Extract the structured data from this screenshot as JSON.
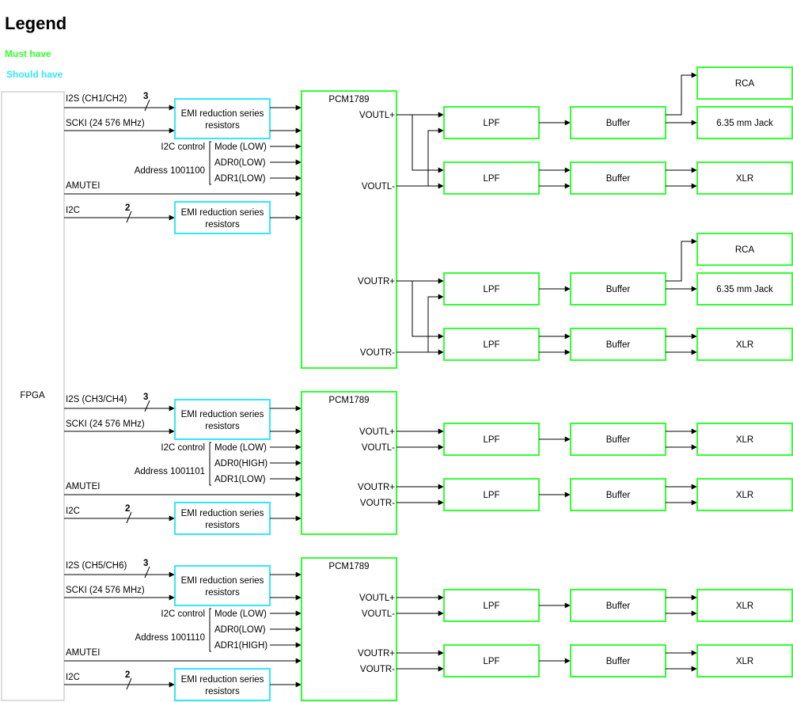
{
  "colors": {
    "must_have": "#33ff33",
    "should_have": "#33e6ff",
    "fpga_border": "#d0d0d0",
    "wire": "#000000"
  },
  "legend": {
    "title": "Legend",
    "must_have": "Must have",
    "should_have": "Should have"
  },
  "fpga": {
    "label": "FPGA"
  },
  "emi_label": [
    "EMI reduction series",
    "resistors"
  ],
  "dac_label": "PCM1789",
  "lpf_label": "LPF",
  "buffer_label": "Buffer",
  "groups": [
    {
      "i2s": "I2S (CH1/CH2)",
      "i2s_bus": "3",
      "scki": "SCKI (24 576 MHz)",
      "i2c_control": "I2C control",
      "mode": "Mode (LOW)",
      "adr0": "ADR0(LOW)",
      "adr1": "ADR1(LOW)",
      "address": "Address 1001100",
      "amutei": "AMUTEI",
      "i2c": "I2C",
      "i2c_bus": "2",
      "left_p": "VOUTL+",
      "left_n": "VOUTL-",
      "right_p": "VOUTR+",
      "right_n": "VOUTR-",
      "outputs": [
        "RCA",
        "6.35 mm Jack",
        "XLR",
        "RCA",
        "6.35 mm Jack",
        "XLR"
      ]
    },
    {
      "i2s": "I2S (CH3/CH4)",
      "i2s_bus": "3",
      "scki": "SCKI (24 576 MHz)",
      "i2c_control": "I2C control",
      "mode": "Mode (LOW)",
      "adr0": "ADR0(HIGH)",
      "adr1": "ADR1(LOW)",
      "address": "Address 1001101",
      "amutei": "AMUTEI",
      "i2c": "I2C",
      "i2c_bus": "2",
      "left_p": "VOUTL+",
      "left_n": "VOUTL-",
      "right_p": "VOUTR+",
      "right_n": "VOUTR-",
      "outputs": [
        "XLR",
        "XLR"
      ]
    },
    {
      "i2s": "I2S (CH5/CH6)",
      "i2s_bus": "3",
      "scki": "SCKI (24 576 MHz)",
      "i2c_control": "I2C control",
      "mode": "Mode (LOW)",
      "adr0": "ADR0(LOW)",
      "adr1": "ADR1(HIGH)",
      "address": "Address 1001110",
      "amutei": "AMUTEI",
      "i2c": "I2C",
      "i2c_bus": "2",
      "left_p": "VOUTL+",
      "left_n": "VOUTL-",
      "right_p": "VOUTR+",
      "right_n": "VOUTR-",
      "outputs": [
        "XLR",
        "XLR"
      ]
    }
  ]
}
